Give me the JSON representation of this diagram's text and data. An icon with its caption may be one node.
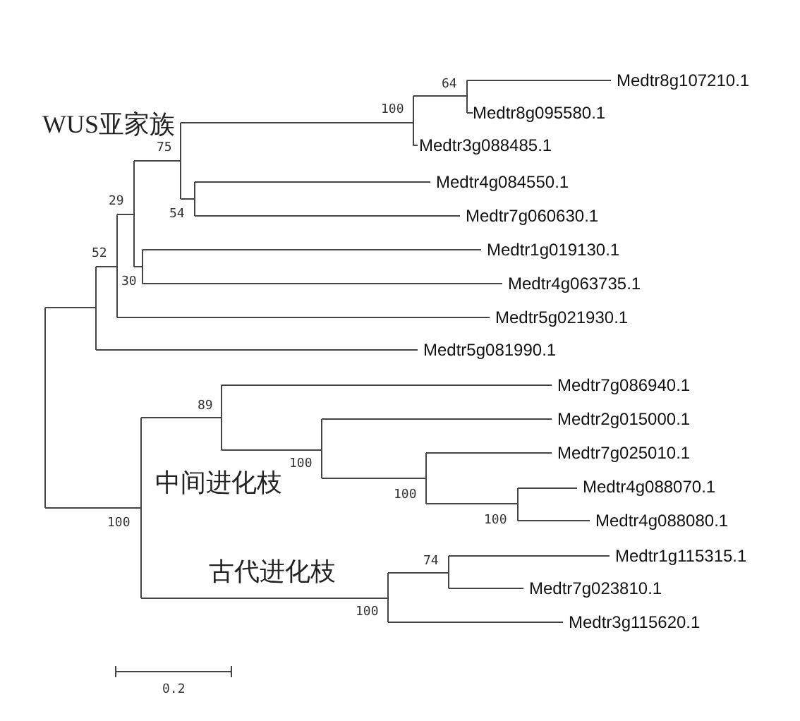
{
  "diagram": {
    "nodes": [
      {
        "text": [
          "Medtr8g107210.1"
        ]
      },
      {
        "text": [
          "Medtr8g095580.1"
        ]
      },
      {
        "text": [
          "Medtr3g088485.1"
        ]
      },
      {
        "text": [
          "Medtr4g084550.1"
        ]
      },
      {
        "text": [
          "Medtr7g060630.1"
        ]
      },
      {
        "text": [
          "Medtr1g019130.1"
        ]
      },
      {
        "text": [
          "Medtr4g063735.1"
        ]
      },
      {
        "text": [
          "Medtr5g021930.1"
        ]
      },
      {
        "text": [
          "Medtr5g081990.1"
        ]
      },
      {
        "text": [
          "Medtr7g086940.1"
        ]
      },
      {
        "text": [
          "Medtr2g015000.1"
        ]
      },
      {
        "text": [
          "Medtr7g025010.1"
        ]
      },
      {
        "text": [
          "Medtr4g088070.1"
        ]
      },
      {
        "text": [
          "Medtr4g088080.1"
        ]
      },
      {
        "text": [
          "Medtr1g115315.1"
        ]
      },
      {
        "text": [
          "Medtr7g023810.1"
        ]
      },
      {
        "text": [
          "Medtr3g115620.1"
        ]
      }
    ],
    "labels": [
      "64",
      "100",
      "WUS亚家族",
      "75",
      "29",
      "54",
      "52",
      "30",
      "89",
      "100",
      "中间进化枝",
      "100",
      "100",
      "100",
      "74",
      "古代进化枝",
      "100",
      "0.2"
    ]
  }
}
